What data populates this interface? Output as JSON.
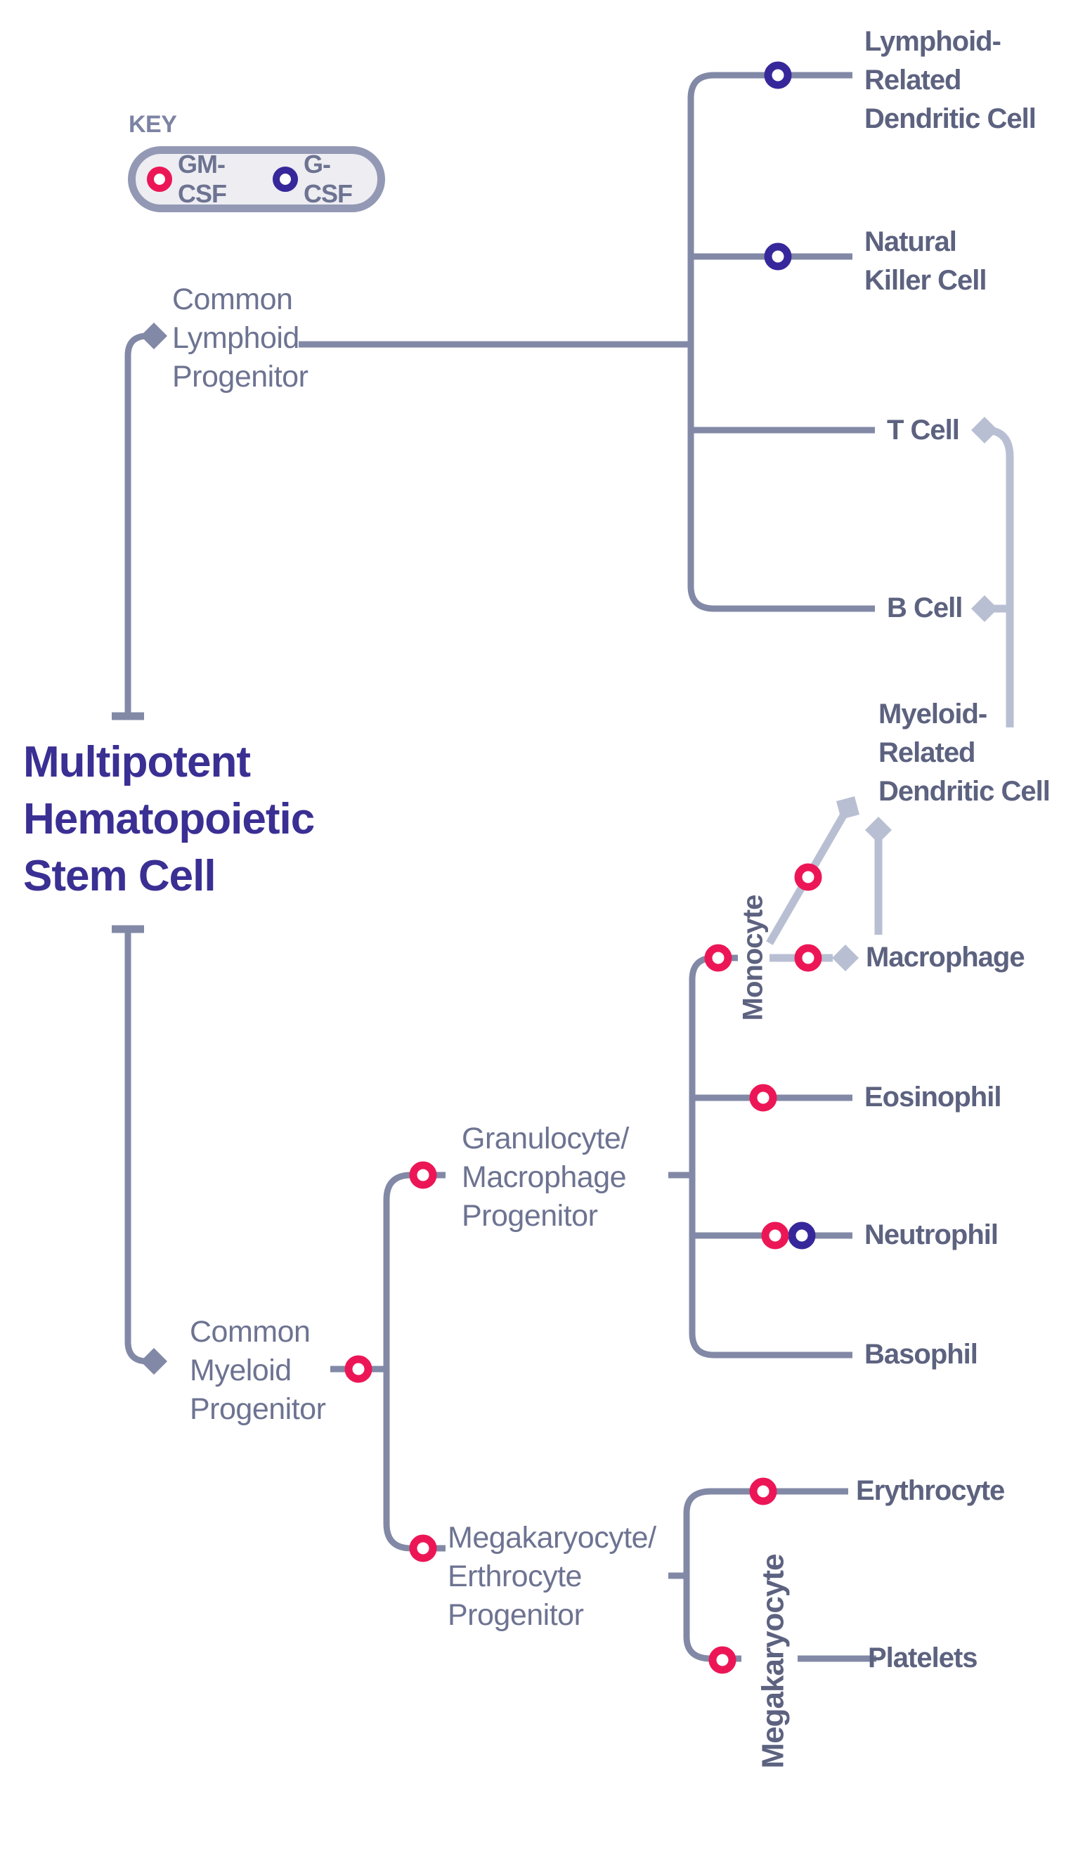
{
  "key": {
    "title": "KEY",
    "items": [
      {
        "label": "GM-CSF",
        "marker": "gm-csf-ring",
        "color": "#EC1656"
      },
      {
        "label": "G-CSF",
        "marker": "g-csf-ring",
        "color": "#36289A"
      }
    ]
  },
  "nodes": {
    "stem_cell": [
      "Multipotent",
      "Hematopoietic",
      "Stem Cell"
    ],
    "common_lymphoid": [
      "Common",
      "Lymphoid",
      "Progenitor"
    ],
    "common_myeloid": [
      "Common",
      "Myeloid",
      "Progenitor"
    ],
    "gmp": [
      "Granulocyte/",
      "Macrophage",
      "Progenitor"
    ],
    "mep": [
      "Megakaryocyte/",
      "Erthrocyte",
      "Progenitor"
    ],
    "lymphoid_dc": [
      "Lymphoid-",
      "Related",
      "Dendritic Cell"
    ],
    "nk": [
      "Natural",
      "Killer Cell"
    ],
    "t_cell": "T Cell",
    "b_cell": "B Cell",
    "myeloid_dc": [
      "Myeloid-",
      "Related",
      "Dendritic Cell"
    ],
    "monocyte": "Monocyte",
    "macrophage": "Macrophage",
    "eosinophil": "Eosinophil",
    "neutrophil": "Neutrophil",
    "basophil": "Basophil",
    "erythrocyte": "Erythrocyte",
    "megakaryocyte": "Megakaryocyte",
    "platelets": "Platelets"
  },
  "colors": {
    "gm_csf": "#EC1656",
    "g_csf": "#36289A",
    "line": "#8289A6",
    "light_line": "#B9BFD3",
    "cell_text": "#5C627F",
    "progenitor_text": "#6D7391",
    "title_text": "#3A2F93",
    "key_title": "#7C83A3",
    "key_border": "#9399B4",
    "key_fill": "#EDEDF2"
  }
}
